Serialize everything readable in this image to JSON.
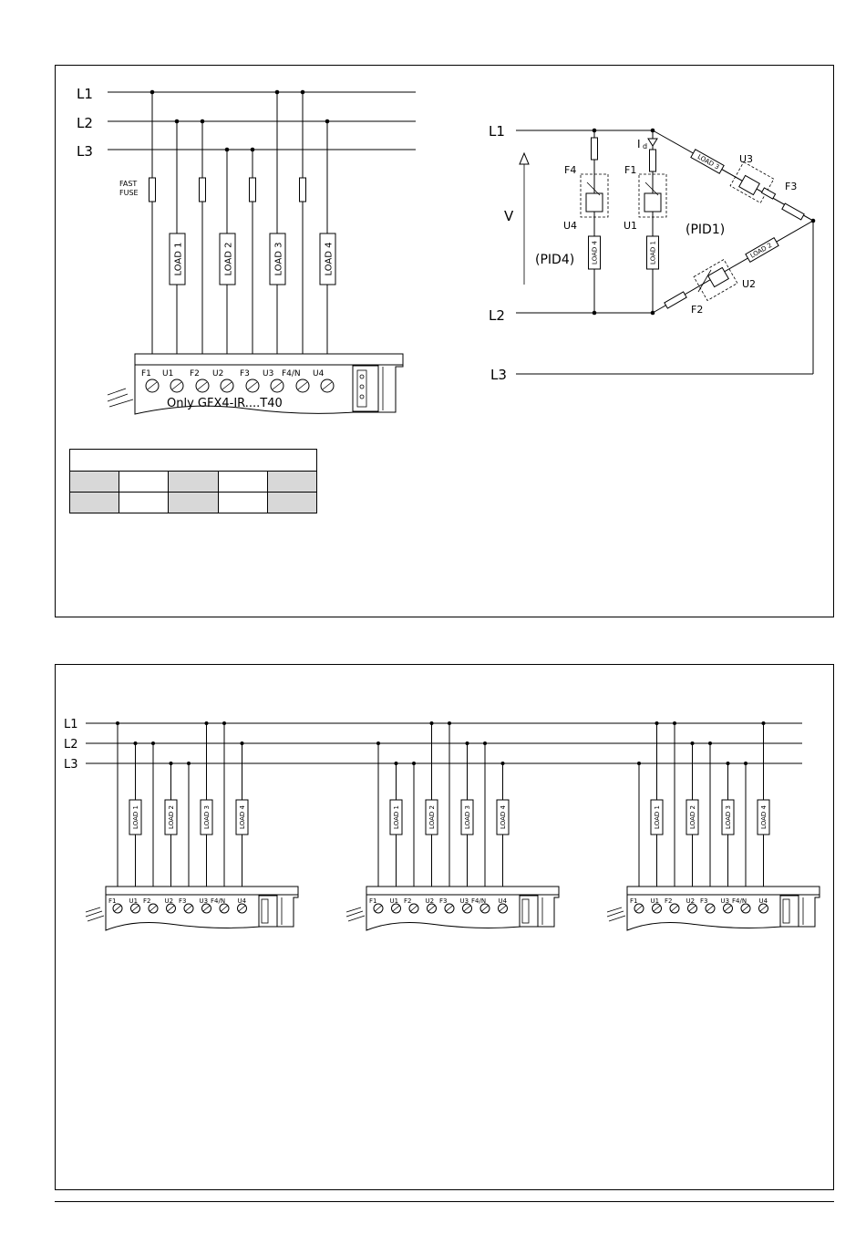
{
  "top_wiring": {
    "phases": [
      "L1",
      "L2",
      "L3"
    ],
    "fuse_label": [
      "FAST",
      "FUSE"
    ],
    "loads": [
      "LOAD 1",
      "LOAD 2",
      "LOAD 3",
      "LOAD 4"
    ],
    "terminals": [
      "F1",
      "U1",
      "F2",
      "U2",
      "F3",
      "U3",
      "F4/N",
      "U4"
    ],
    "module_caption": "Only GFX4-IR....T40"
  },
  "schematic": {
    "phases": [
      "L1",
      "L2",
      "L3"
    ],
    "voltage_label": "V",
    "current_label": "I",
    "current_subscript": "d",
    "fuses": [
      "F4",
      "F1",
      "F3",
      "F2"
    ],
    "units": [
      "U4",
      "U1",
      "U3",
      "U2"
    ],
    "pid_labels": [
      "(PID4)",
      "(PID1)"
    ],
    "loads": [
      "LOAD 4",
      "LOAD 1",
      "LOAD 3",
      "LOAD 2"
    ]
  },
  "bottom_wiring": {
    "phases": [
      "L1",
      "L2",
      "L3"
    ],
    "loads": [
      "LOAD 1",
      "LOAD 2",
      "LOAD 3",
      "LOAD 4"
    ],
    "terminals": [
      "F1",
      "U1",
      "F2",
      "U2",
      "F3",
      "U3",
      "F4/N",
      "U4"
    ]
  }
}
